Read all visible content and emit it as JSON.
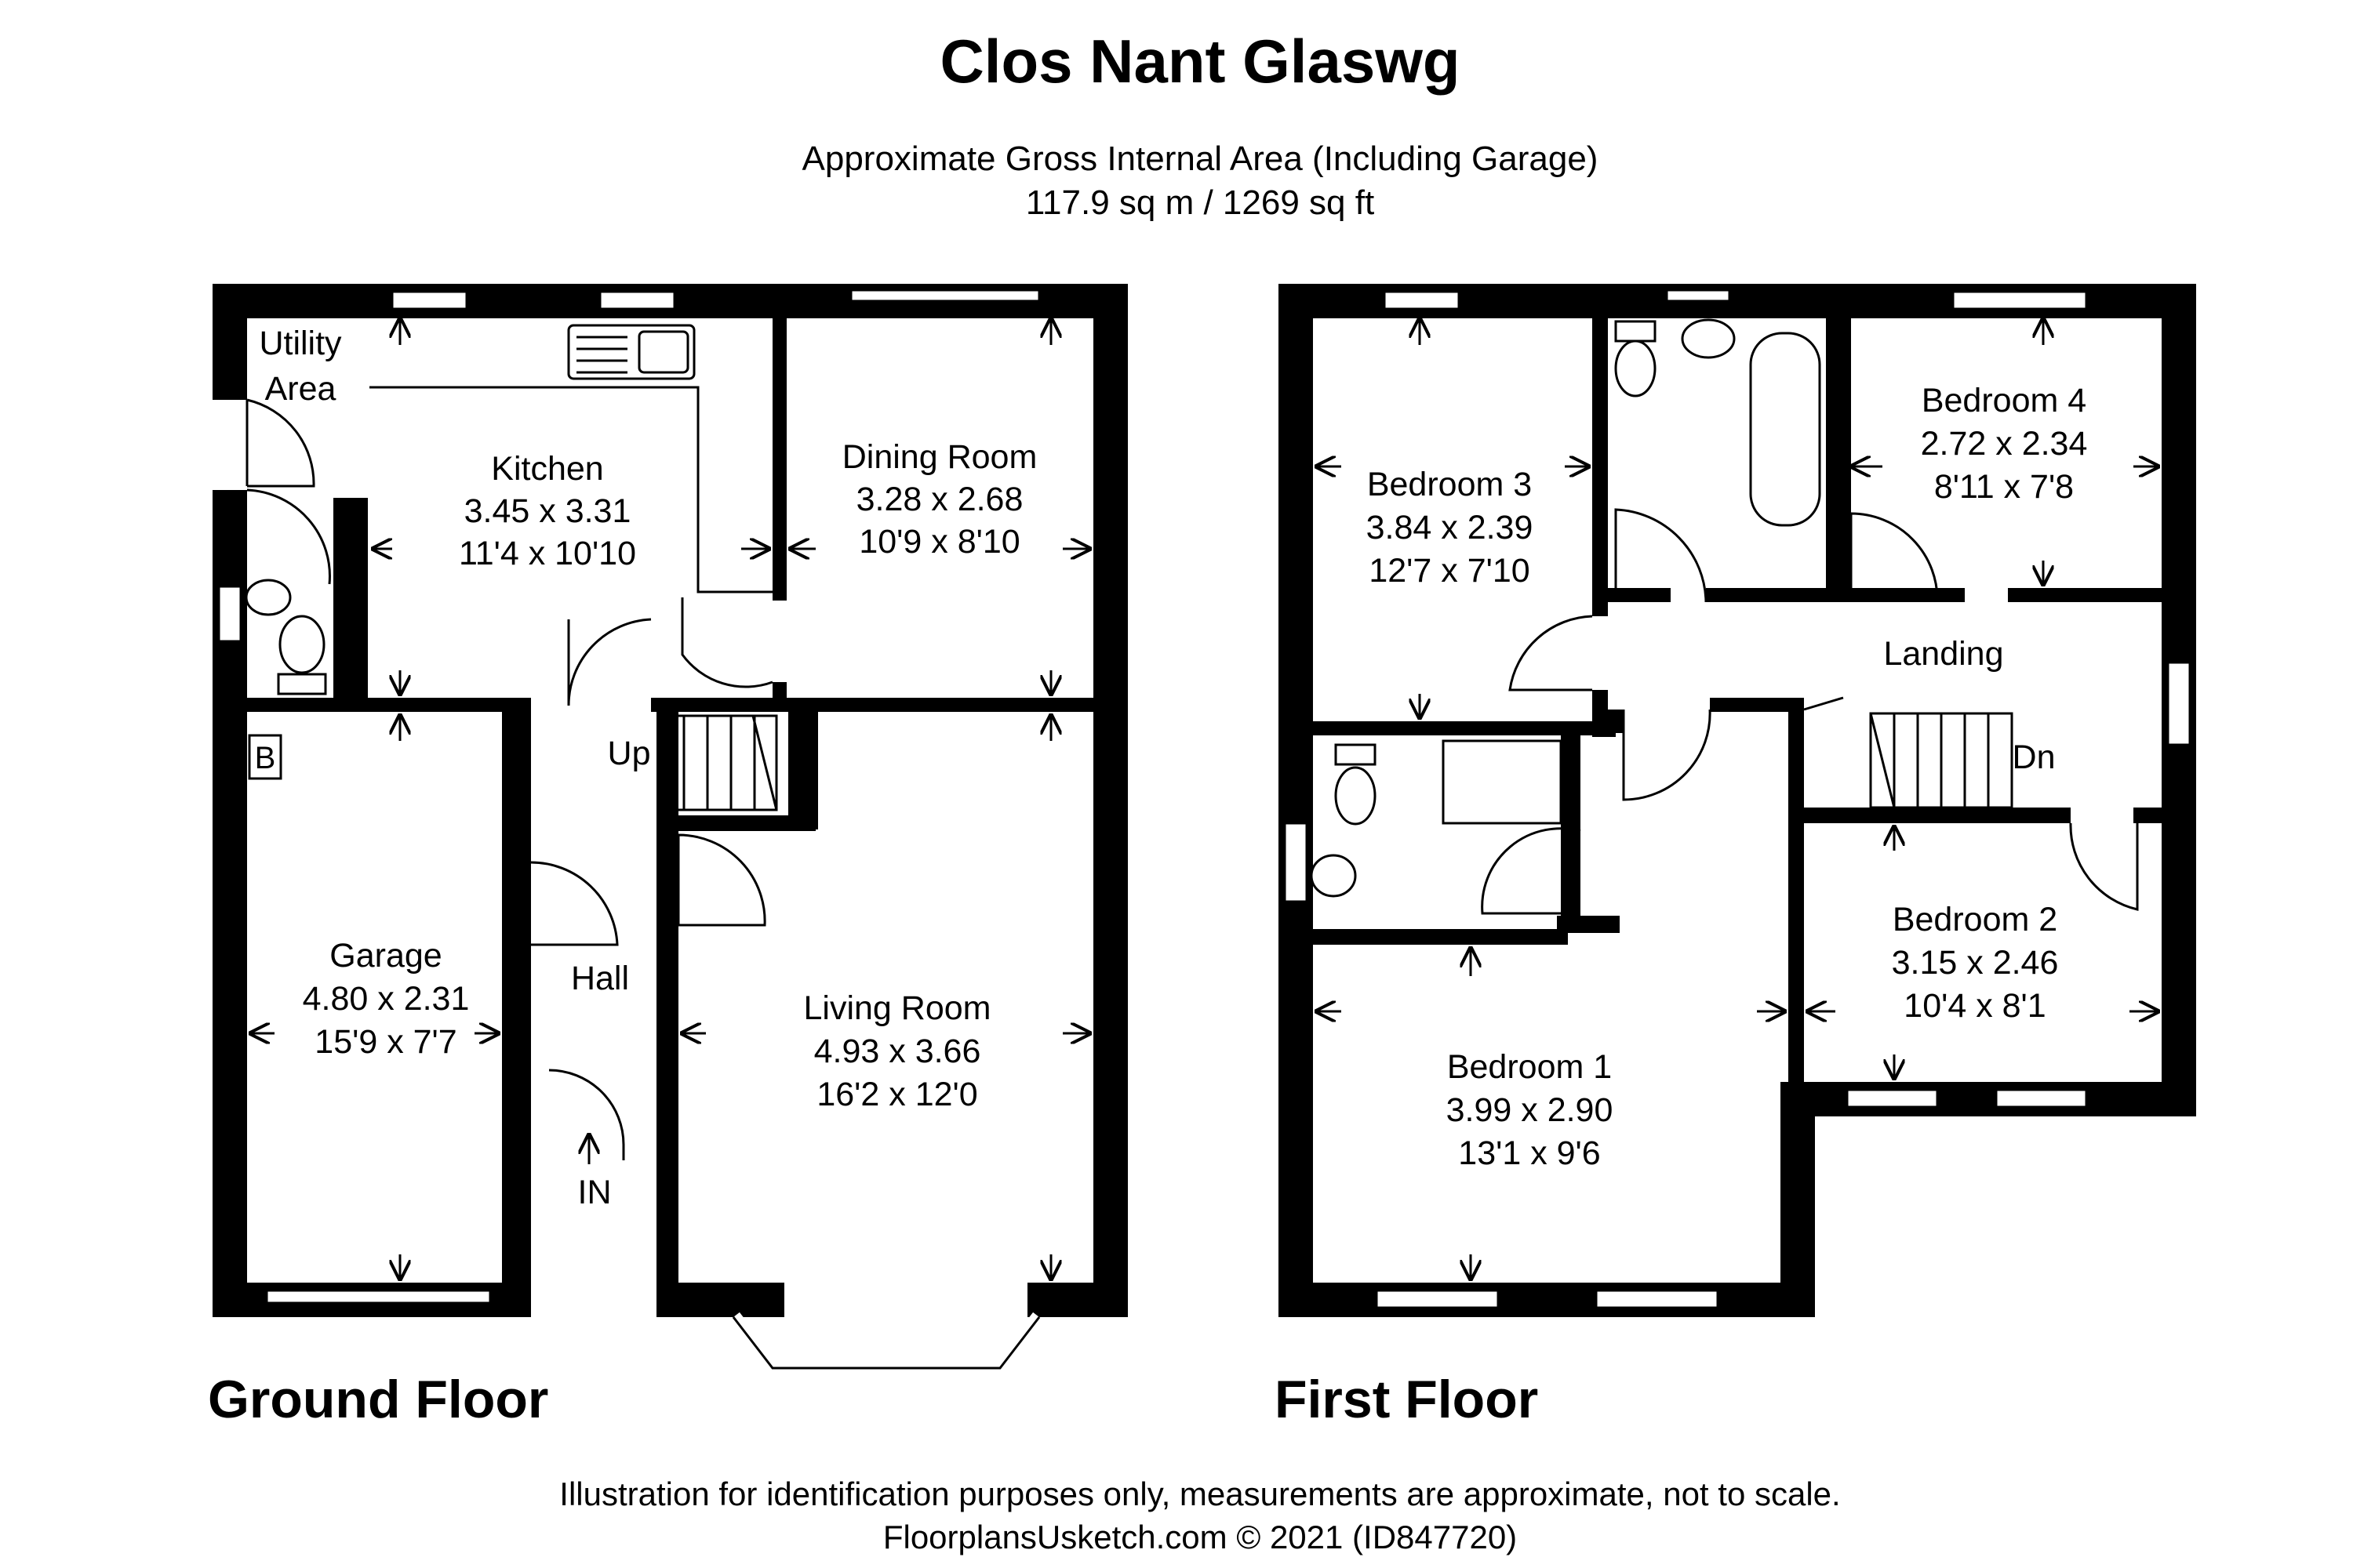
{
  "title": "Clos Nant Glaswg",
  "area_label": "Approximate Gross Internal Area (Including Garage)",
  "area_value": "117.9 sq m / 1269 sq ft",
  "ground_floor": {
    "label": "Ground Floor",
    "rooms": {
      "utility": {
        "line1": "Utility",
        "line2": "Area"
      },
      "kitchen": {
        "name": "Kitchen",
        "metric": "3.45 x 3.31",
        "imperial": "11'4 x 10'10"
      },
      "dining": {
        "name": "Dining Room",
        "metric": "3.28 x 2.68",
        "imperial": "10'9 x 8'10"
      },
      "garage": {
        "name": "Garage",
        "metric": "4.80 x 2.31",
        "imperial": "15'9 x 7'7"
      },
      "hall": {
        "name": "Hall"
      },
      "living": {
        "name": "Living Room",
        "metric": "4.93 x 3.66",
        "imperial": "16'2 x 12'0"
      }
    },
    "boiler": "B",
    "stairs": "Up",
    "entrance": "IN"
  },
  "first_floor": {
    "label": "First Floor",
    "rooms": {
      "bedroom3": {
        "name": "Bedroom 3",
        "metric": "3.84 x 2.39",
        "imperial": "12'7 x 7'10"
      },
      "bedroom4": {
        "name": "Bedroom 4",
        "metric": "2.72 x 2.34",
        "imperial": "8'11 x 7'8"
      },
      "landing": {
        "name": "Landing"
      },
      "bedroom2": {
        "name": "Bedroom 2",
        "metric": "3.15 x 2.46",
        "imperial": "10'4 x 8'1"
      },
      "bedroom1": {
        "name": "Bedroom 1",
        "metric": "3.99 x 2.90",
        "imperial": "13'1 x 9'6"
      }
    },
    "stairs": "Dn"
  },
  "footer": {
    "disclaimer": "Illustration for identification purposes only, measurements are approximate, not to scale.",
    "credit": "FloorplansUsketch.com © 2021 (ID847720)"
  }
}
